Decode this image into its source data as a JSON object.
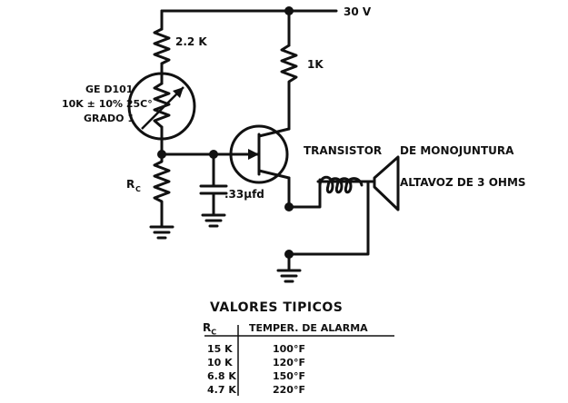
{
  "circuit": {
    "supply_label": "30 V",
    "r_top_label": "2.2 K",
    "thermistor_label": [
      "GE D101",
      "10K ± 10% 25C°",
      "GRADO 1"
    ],
    "r_emitter_label": "1K",
    "rc_label_main": "R",
    "rc_label_sub": "C",
    "capacitor_label": ".33μfd",
    "transistor_label": "TRANSISTOR",
    "transistor_label2": "DE MONOJUNTURA",
    "speaker_label": "ALTAVOZ DE 3 OHMS"
  },
  "table": {
    "title": "VALORES TIPICOS",
    "header_rc_main": "R",
    "header_rc_sub": "C",
    "header_temp": "TEMPER. DE ALARMA",
    "rows": [
      {
        "rc": "15 K",
        "temp": "100°F"
      },
      {
        "rc": "10 K",
        "temp": "120°F"
      },
      {
        "rc": "6.8 K",
        "temp": "150°F"
      },
      {
        "rc": "4.7 K",
        "temp": "220°F"
      }
    ]
  }
}
